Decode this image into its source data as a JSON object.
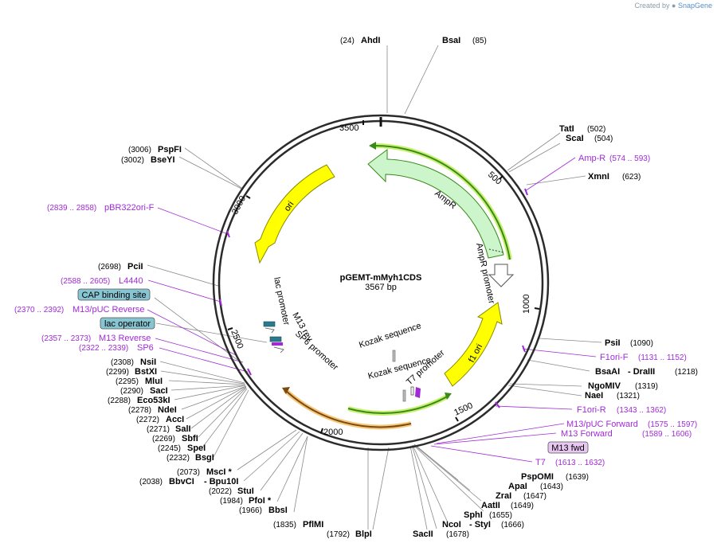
{
  "credit": {
    "prefix": "Created by",
    "brand": "SnapGene"
  },
  "plasmid": {
    "name": "pGEMT-mMyh1CDS",
    "size": "3567 bp"
  },
  "ticks": [
    "500",
    "1000",
    "1500",
    "2000",
    "2500",
    "3000",
    "3500"
  ],
  "enzymes": [
    {
      "name": "AhdI",
      "pos": "(24)"
    },
    {
      "name": "BsaI",
      "pos": "(85)"
    },
    {
      "name": "TatI",
      "pos": "(502)"
    },
    {
      "name": "ScaI",
      "pos": "(504)"
    },
    {
      "name": "XmnI",
      "pos": "(623)"
    },
    {
      "name": "PsiI",
      "pos": "(1090)"
    },
    {
      "name": "BsaAI",
      "pos": ""
    },
    {
      "name": "- DraIII",
      "pos": "(1218)"
    },
    {
      "name": "NgoMIV",
      "pos": "(1319)"
    },
    {
      "name": "NaeI",
      "pos": "(1321)"
    },
    {
      "name": "PspOMI",
      "pos": "(1639)"
    },
    {
      "name": "ApaI",
      "pos": "(1643)"
    },
    {
      "name": "ZraI",
      "pos": "(1647)"
    },
    {
      "name": "AatII",
      "pos": "(1649)"
    },
    {
      "name": "SphI",
      "pos": "(1655)"
    },
    {
      "name": "NcoI",
      "pos": ""
    },
    {
      "name": "- StyI",
      "pos": "(1666)"
    },
    {
      "name": "SacII",
      "pos": "(1678)"
    },
    {
      "name": "BlpI",
      "pos": "(1792)"
    },
    {
      "name": "PflMI",
      "pos": "(1835)"
    },
    {
      "name": "BbsI",
      "pos": "(1966)"
    },
    {
      "name": "PfoI *",
      "pos": "(1984)"
    },
    {
      "name": "StuI",
      "pos": "(2022)"
    },
    {
      "name": "BbvCI",
      "pos": "(2038)"
    },
    {
      "name": "- Bpu10I",
      "pos": ""
    },
    {
      "name": "MscI *",
      "pos": "(2073)"
    },
    {
      "name": "BsgI",
      "pos": "(2232)"
    },
    {
      "name": "SpeI",
      "pos": "(2245)"
    },
    {
      "name": "SbfI",
      "pos": "(2269)"
    },
    {
      "name": "SalI",
      "pos": "(2271)"
    },
    {
      "name": "AccI",
      "pos": "(2272)"
    },
    {
      "name": "NdeI",
      "pos": "(2278)"
    },
    {
      "name": "Eco53kI",
      "pos": "(2288)"
    },
    {
      "name": "SacI",
      "pos": "(2290)"
    },
    {
      "name": "MluI",
      "pos": "(2295)"
    },
    {
      "name": "BstXI",
      "pos": "(2299)"
    },
    {
      "name": "NsiI",
      "pos": "(2308)"
    },
    {
      "name": "PciI",
      "pos": "(2698)"
    },
    {
      "name": "BseYI",
      "pos": "(3002)"
    },
    {
      "name": "PspFI",
      "pos": "(3006)"
    }
  ],
  "primers": [
    {
      "name": "Amp-R",
      "range": "(574 .. 593)"
    },
    {
      "name": "F1ori-F",
      "range": "(1131 .. 1152)"
    },
    {
      "name": "F1ori-R",
      "range": "(1343 .. 1362)"
    },
    {
      "name": "M13/pUC Forward",
      "range": "(1575 .. 1597)"
    },
    {
      "name": "M13 Forward",
      "range": "(1589 .. 1606)"
    },
    {
      "name": "T7",
      "range": "(1613 .. 1632)"
    },
    {
      "name": "SP6",
      "range": "(2322 .. 2339)"
    },
    {
      "name": "M13 Reverse",
      "range": "(2357 .. 2373)"
    },
    {
      "name": "M13/pUC Reverse",
      "range": "(2370 .. 2392)"
    },
    {
      "name": "L4440",
      "range": "(2588 .. 2605)"
    },
    {
      "name": "pBR322ori-F",
      "range": "(2839 .. 2858)"
    }
  ],
  "boxed": {
    "m13fwd": "M13 fwd",
    "cap": "CAP binding site",
    "lacop": "lac operator"
  },
  "features": {
    "ampr": "AmpR",
    "ampr_promoter": "AmpR promoter",
    "ori": "ori",
    "f1ori": "f1 ori",
    "kozak1": "Kozak sequence",
    "kozak2": "Kozak sequence",
    "t7": "T7 promoter",
    "lac_promoter": "lac promoter",
    "m13rev": "M13 rev",
    "sp6": "SP6 promoter"
  },
  "colors": {
    "backbone": "#2b2b2b",
    "ampr_fill": "#ccf5cc",
    "promoter_outline": "#555555",
    "ori_fill": "#ffff00",
    "orf_line": "#3a8a1a",
    "orf_glow": "#c8f070",
    "insert_glow": "#f5c77a",
    "primer": "#a02bd6",
    "feature_box": "#87c5d3",
    "m13fwd_box": "#e8c7f2",
    "teal_box": "#2b7a8c"
  }
}
